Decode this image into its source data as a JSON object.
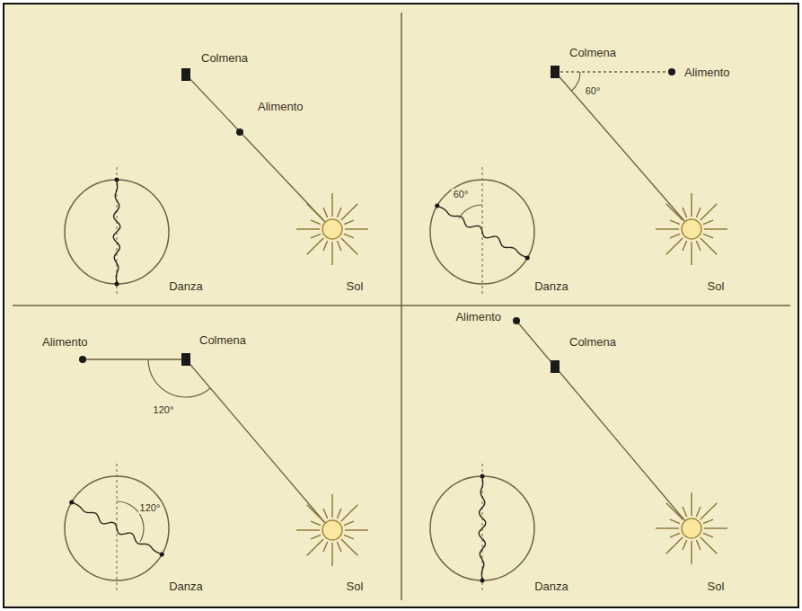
{
  "diagram": {
    "labels": [
      "Colmena",
      "Alimento",
      "Danza",
      "Sol",
      "Colmena",
      "Alimento",
      "60°",
      "60°",
      "Danza",
      "Sol",
      "Alimento",
      "Colmena",
      "120°",
      "120°",
      "Danza",
      "Sol",
      "Alimento",
      "Colmena",
      "Danza",
      "Sol"
    ]
  }
}
